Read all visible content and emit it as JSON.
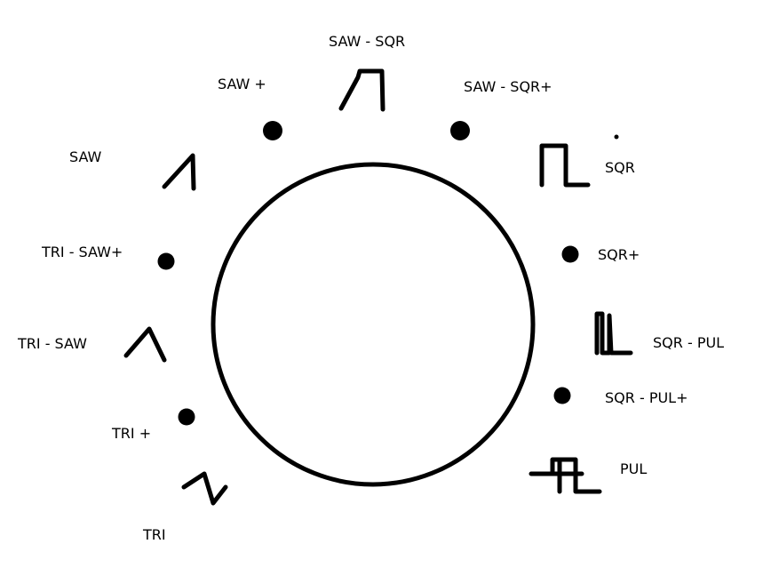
{
  "colors": {
    "ink": "#000000",
    "background": "#ffffff"
  },
  "positions": [
    {
      "label": "TRI",
      "marker": "triangle-wave-icon"
    },
    {
      "label": "TRI +",
      "marker": "dot"
    },
    {
      "label": "TRI - SAW",
      "marker": "tri-saw-wave-icon"
    },
    {
      "label": "TRI - SAW+",
      "marker": "dot"
    },
    {
      "label": "SAW",
      "marker": "saw-wave-icon"
    },
    {
      "label": "SAW +",
      "marker": "dot"
    },
    {
      "label": "SAW - SQR",
      "marker": "saw-square-wave-icon"
    },
    {
      "label": "SAW - SQR+",
      "marker": "dot"
    },
    {
      "label": "SQR",
      "marker": "square-wave-icon"
    },
    {
      "label": "SQR+",
      "marker": "dot"
    },
    {
      "label": "SQR - PUL",
      "marker": "square-pulse-wave-icon"
    },
    {
      "label": "SQR - PUL+",
      "marker": "dot"
    },
    {
      "label": "PUL",
      "marker": "pulse-wave-icon"
    }
  ]
}
